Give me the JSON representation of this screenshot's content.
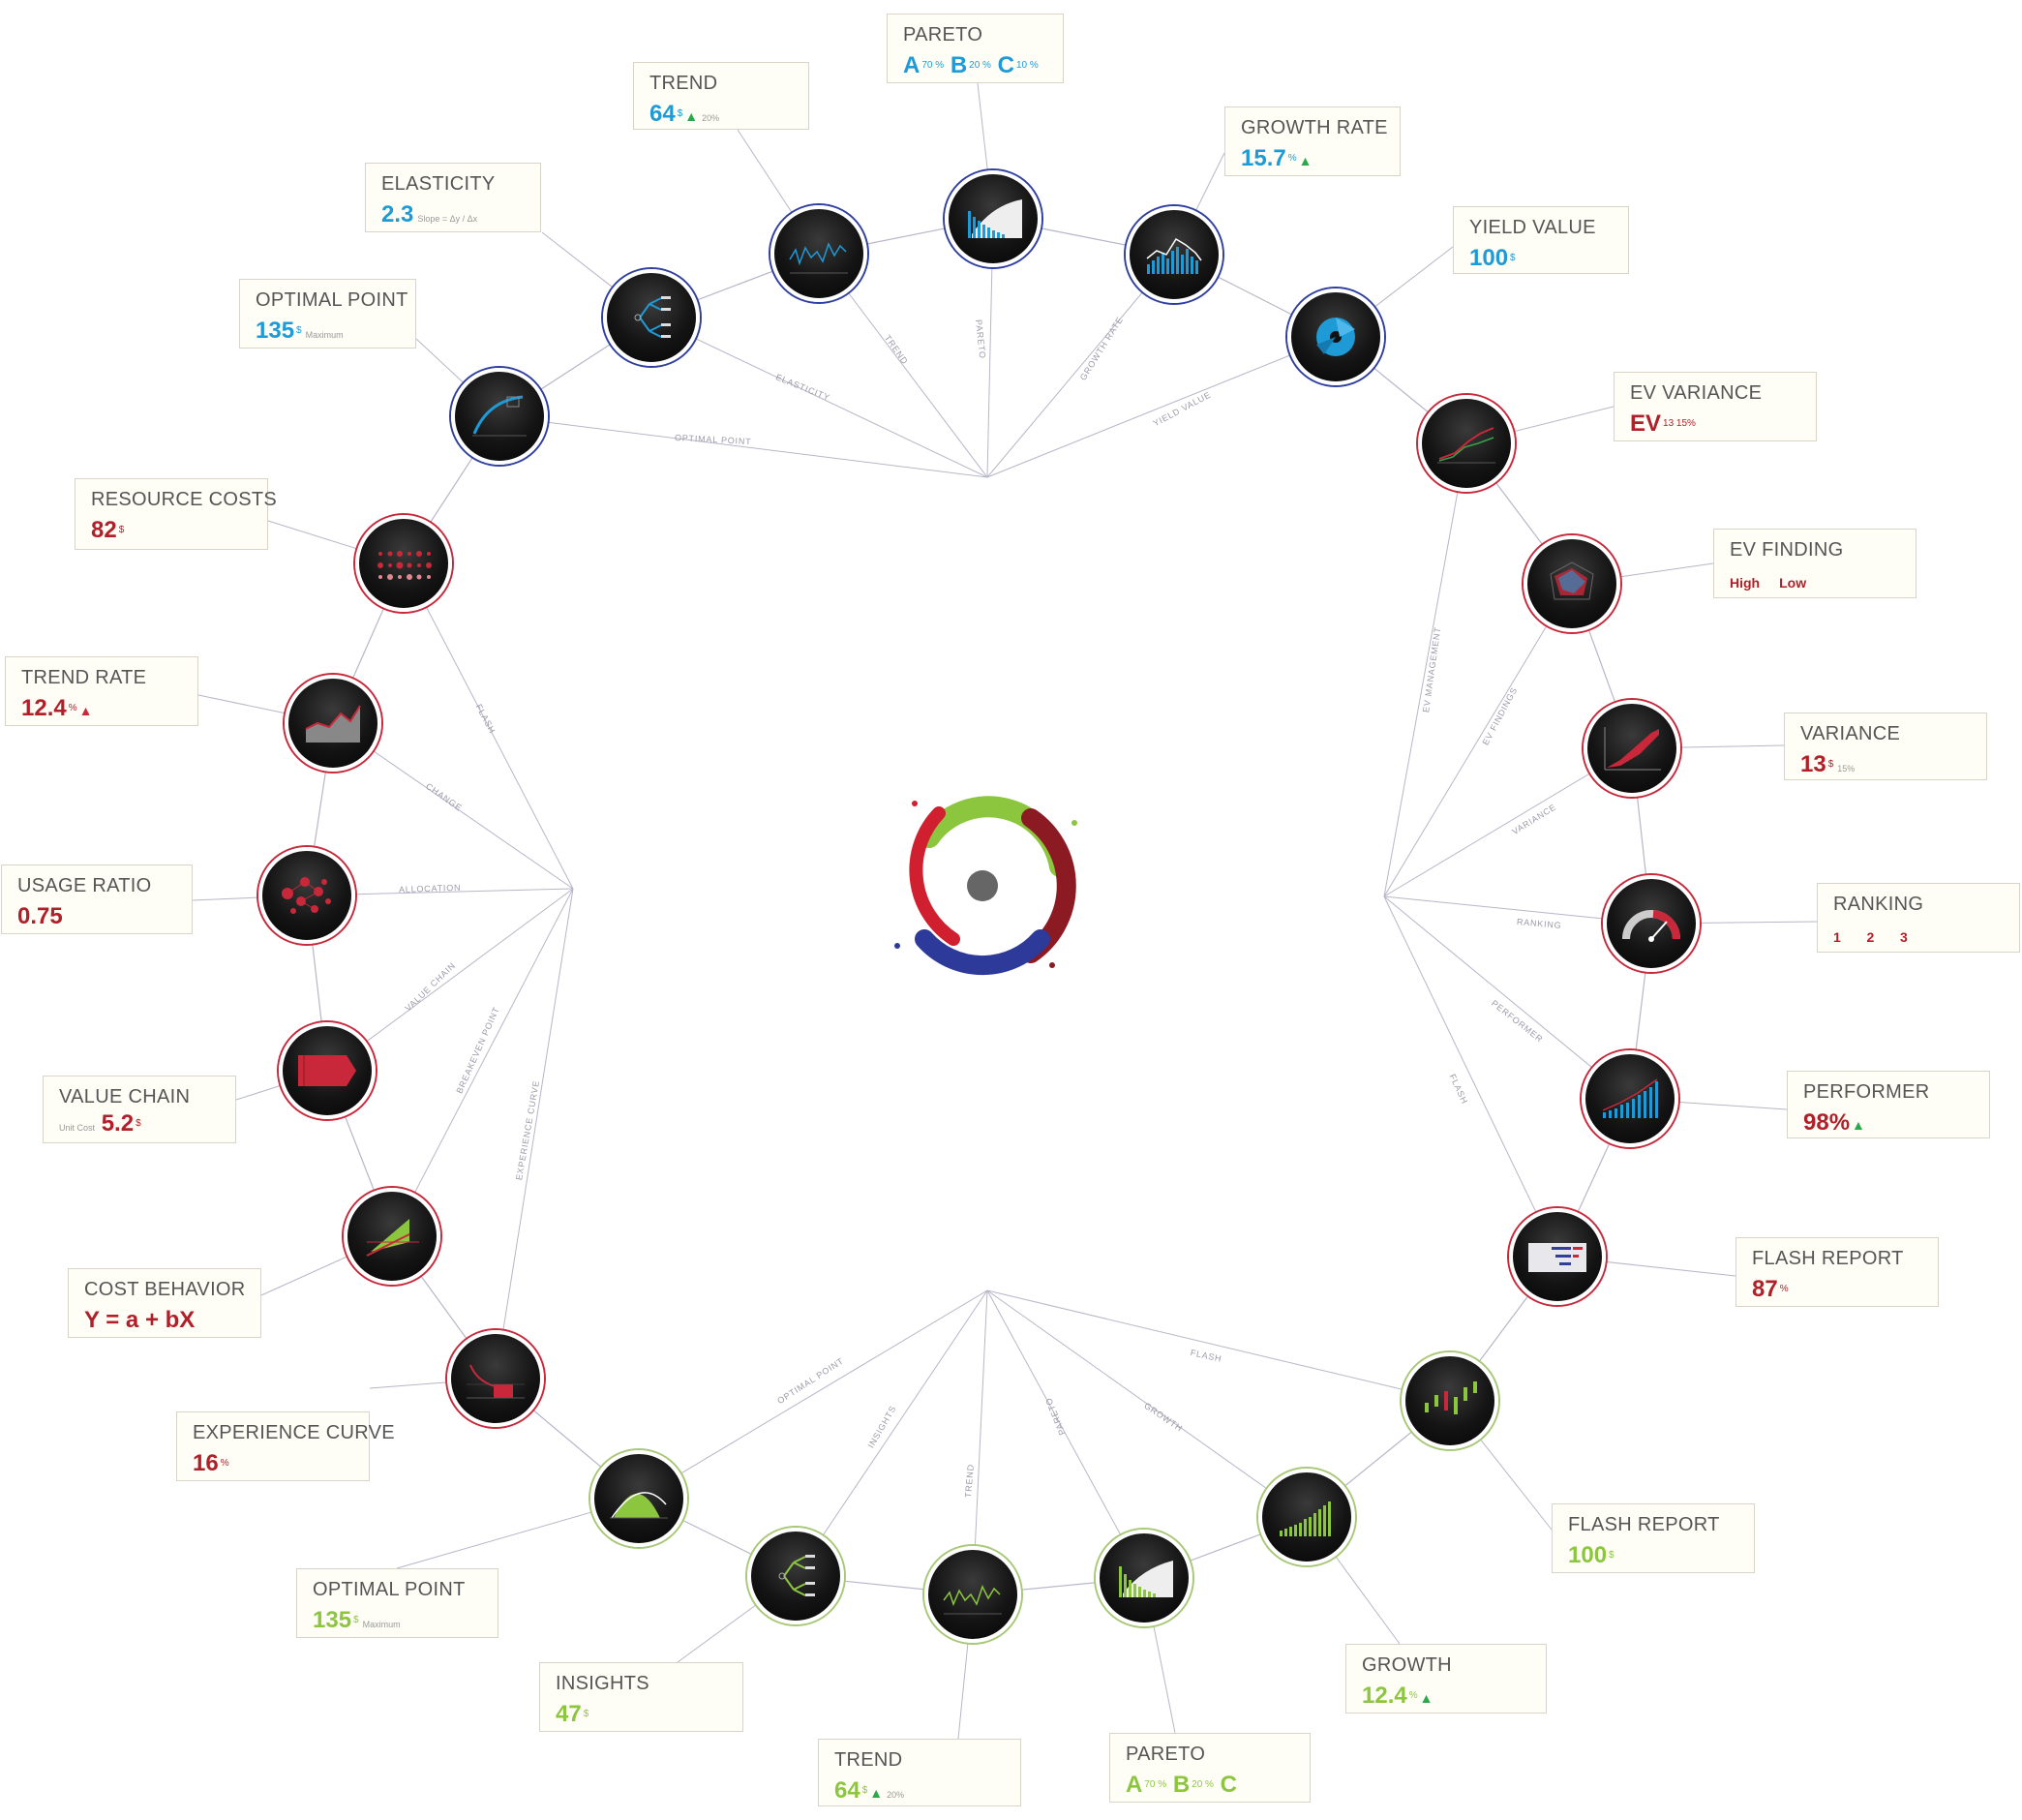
{
  "colors": {
    "blue": "#1e9ad6",
    "red": "#b0202a",
    "green": "#8cc63f",
    "line": "#b6b6c8",
    "logo_gray": "#666666"
  },
  "logo": {
    "icon": "circular-cycle-logo"
  },
  "hubs": {
    "top": {
      "labels": [
        "OPTIMAL POINT",
        "ELASTICITY",
        "TREND",
        "PARETO",
        "GROWTH RATE",
        "YIELD VALUE"
      ]
    },
    "left": {
      "labels": [
        "FLASH",
        "CHANGE",
        "ALLOCATION",
        "VALUE CHAIN",
        "BREAKEVEN POINT",
        "EXPERIENCE CURVE"
      ]
    },
    "right": {
      "labels": [
        "EV MANAGEMENT",
        "EV FINDINGS",
        "VARIANCE",
        "RANKING",
        "PERFORMER",
        "FLASH"
      ]
    },
    "bottom": {
      "labels": [
        "OPTIMAL POINT",
        "INSIGHTS",
        "TREND",
        "PARETO",
        "GROWTH",
        "FLASH"
      ]
    }
  },
  "cards": {
    "pareto_top": {
      "title": "PARETO",
      "a": "A",
      "a_pct": "70 %",
      "b": "B",
      "b_pct": "20 %",
      "c": "C",
      "c_pct": "10 %"
    },
    "trend_top": {
      "title": "TREND",
      "value": "64",
      "unit": "$",
      "delta": "20%"
    },
    "growth_rate": {
      "title": "GROWTH RATE",
      "value": "15.7",
      "unit": "%"
    },
    "elasticity": {
      "title": "ELASTICITY",
      "value": "2.3",
      "formula": "Slope = Δy / Δx"
    },
    "yield_value": {
      "title": "YIELD VALUE",
      "value": "100",
      "unit": "$"
    },
    "optimal_top": {
      "title": "OPTIMAL POINT",
      "value": "135",
      "unit": "$",
      "note": "Maximum"
    },
    "ev_variance": {
      "title": "EV VARIANCE",
      "value": "EV",
      "sup": "13 15%"
    },
    "resource_costs": {
      "title": "RESOURCE COSTS",
      "value": "82",
      "unit": "$"
    },
    "ev_finding": {
      "title": "EV FINDING",
      "high": "High",
      "low": "Low"
    },
    "trend_rate": {
      "title": "TREND RATE",
      "value": "12.4",
      "unit": "%"
    },
    "variance": {
      "title": "VARIANCE",
      "value": "13",
      "unit": "$",
      "delta": "15%"
    },
    "usage_ratio": {
      "title": "USAGE RATIO",
      "value": "0.75"
    },
    "ranking": {
      "title": "RANKING",
      "first": "1",
      "second": "2",
      "third": "3"
    },
    "value_chain": {
      "title": "VALUE CHAIN",
      "note": "Unit Cost",
      "value": "5.2",
      "unit": "$"
    },
    "performer": {
      "title": "PERFORMER",
      "value": "98%"
    },
    "cost_behavior": {
      "title": "COST BEHAVIOR",
      "value": "Y = a + bX"
    },
    "flash_report_r": {
      "title": "FLASH REPORT",
      "value": "87",
      "unit": "%"
    },
    "experience_curve": {
      "title": "EXPERIENCE CURVE",
      "value": "16",
      "unit": "%"
    },
    "flash_report_b": {
      "title": "FLASH REPORT",
      "value": "100",
      "unit": "$"
    },
    "optimal_bottom": {
      "title": "OPTIMAL POINT",
      "value": "135",
      "unit": "$",
      "note": "Maximum"
    },
    "growth": {
      "title": "GROWTH",
      "value": "12.4",
      "unit": "%"
    },
    "insights": {
      "title": "INSIGHTS",
      "value": "47",
      "unit": "$"
    },
    "trend_bottom": {
      "title": "TREND",
      "value": "64",
      "unit": "$",
      "delta": "20%"
    },
    "pareto_bottom": {
      "title": "PARETO",
      "a": "A",
      "a_pct": "70 %",
      "b": "B",
      "b_pct": "20 %",
      "c": "C"
    }
  },
  "nodes": [
    {
      "id": "optimal-top",
      "color": "blue",
      "icon": "curve-chart-icon"
    },
    {
      "id": "elasticity",
      "color": "blue",
      "icon": "decision-tree-icon"
    },
    {
      "id": "trend-top",
      "color": "blue",
      "icon": "line-trend-icon"
    },
    {
      "id": "pareto-top",
      "color": "blue",
      "icon": "pareto-chart-icon"
    },
    {
      "id": "growth-rate",
      "color": "blue",
      "icon": "bar-line-chart-icon"
    },
    {
      "id": "yield-value",
      "color": "blue",
      "icon": "radial-chart-icon"
    },
    {
      "id": "ev-variance",
      "color": "red",
      "icon": "ev-line-chart-icon"
    },
    {
      "id": "ev-finding",
      "color": "red",
      "icon": "radar-chart-icon"
    },
    {
      "id": "variance",
      "color": "red",
      "icon": "variance-area-icon"
    },
    {
      "id": "ranking",
      "color": "red",
      "icon": "gauge-icon"
    },
    {
      "id": "performer",
      "color": "red",
      "icon": "performer-bars-icon"
    },
    {
      "id": "flash-report-r",
      "color": "red",
      "icon": "table-report-icon"
    },
    {
      "id": "flash-report-b",
      "color": "green",
      "icon": "candlestick-icon"
    },
    {
      "id": "growth",
      "color": "green",
      "icon": "growth-bars-icon"
    },
    {
      "id": "pareto-bottom",
      "color": "green",
      "icon": "pareto-chart-icon"
    },
    {
      "id": "trend-bottom",
      "color": "green",
      "icon": "line-trend-icon"
    },
    {
      "id": "insights",
      "color": "green",
      "icon": "decision-tree-icon"
    },
    {
      "id": "optimal-bottom",
      "color": "green",
      "icon": "parabola-icon"
    },
    {
      "id": "experience",
      "color": "red",
      "icon": "experience-curve-icon"
    },
    {
      "id": "cost-behavior",
      "color": "red",
      "icon": "cost-wedge-icon"
    },
    {
      "id": "value-chain",
      "color": "red",
      "icon": "value-chain-arrow-icon"
    },
    {
      "id": "usage-ratio",
      "color": "red",
      "icon": "bubble-network-icon"
    },
    {
      "id": "trend-rate",
      "color": "red",
      "icon": "area-trend-icon"
    },
    {
      "id": "resource-costs",
      "color": "red",
      "icon": "dot-matrix-icon"
    }
  ]
}
